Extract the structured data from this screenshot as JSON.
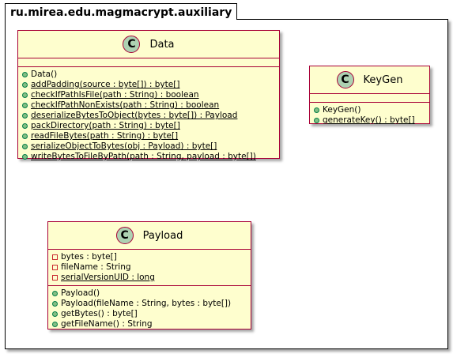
{
  "package": {
    "name": "ru.mirea.edu.magmacrypt.auxiliary"
  },
  "classes": {
    "data": {
      "icon_letter": "C",
      "name": "Data",
      "methods": [
        {
          "text": "Data()",
          "static": false
        },
        {
          "text": "addPadding(source : byte[]) : byte[]",
          "static": true
        },
        {
          "text": "checkIfPathIsFile(path : String) : boolean",
          "static": true
        },
        {
          "text": "checkIfPathNonExists(path : String) : boolean",
          "static": true
        },
        {
          "text": "deserializeBytesToObject(bytes : byte[]) : Payload",
          "static": true
        },
        {
          "text": "packDirectory(path : String) : byte[]",
          "static": true
        },
        {
          "text": "readFileBytes(path : String) : byte[]",
          "static": true
        },
        {
          "text": "serializeObjectToBytes(obj : Payload) : byte[]",
          "static": true
        },
        {
          "text": "writeBytesToFileByPath(path : String, payload : byte[])",
          "static": true
        }
      ]
    },
    "keygen": {
      "icon_letter": "C",
      "name": "KeyGen",
      "methods": [
        {
          "text": "KeyGen()",
          "static": false
        },
        {
          "text": "generateKey() : byte[]",
          "static": true
        }
      ]
    },
    "payload": {
      "icon_letter": "C",
      "name": "Payload",
      "fields": [
        {
          "text": "bytes : byte[]",
          "static": false
        },
        {
          "text": "fileName : String",
          "static": false
        },
        {
          "text": "serialVersionUID : long",
          "static": true
        }
      ],
      "methods": [
        {
          "text": "Payload()",
          "static": false
        },
        {
          "text": "Payload(fileName : String, bytes : byte[])",
          "static": false
        },
        {
          "text": "getBytes() : byte[]",
          "static": false
        },
        {
          "text": "getFileName() : String",
          "static": false
        }
      ]
    }
  },
  "colors": {
    "class_fill": "#fefece",
    "class_border": "#a80036",
    "class_icon": "#add1b2",
    "public_marker": "#84be84",
    "private_marker": "#c82930"
  }
}
